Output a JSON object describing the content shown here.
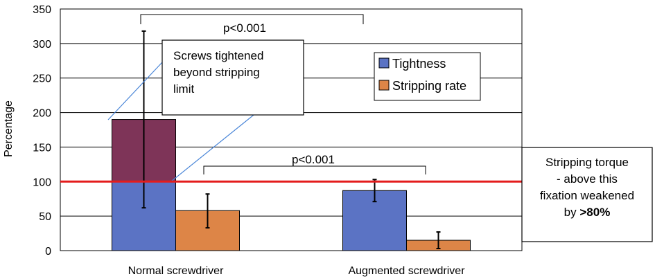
{
  "chart_data": {
    "type": "bar",
    "categories": [
      "Normal screwdriver",
      "Augmented screwdriver"
    ],
    "series": [
      {
        "name": "Tightness",
        "values": [
          190,
          87
        ],
        "error_low": [
          62,
          71
        ],
        "error_high": [
          318,
          103
        ],
        "color": "#5b73c4"
      },
      {
        "name": "Stripping rate",
        "values": [
          58,
          15
        ],
        "error_low": [
          33,
          3
        ],
        "error_high": [
          82,
          27
        ],
        "color": "#dd8547"
      }
    ],
    "highlight": {
      "from": 100,
      "to": 190,
      "series": 0,
      "category": 0,
      "color": "#7e3458"
    },
    "reference_line": {
      "value": 100,
      "color": "#e41c1c"
    },
    "ylabel": "Percentage",
    "ylim": [
      0,
      350
    ],
    "yticks": [
      0,
      50,
      100,
      150,
      200,
      250,
      300,
      350
    ],
    "grid": true,
    "legend_position": "top-right",
    "significance": [
      {
        "label": "p<0.001"
      },
      {
        "label": "p<0.001"
      }
    ],
    "callout": {
      "lines": [
        "Screws tightened",
        "beyond stripping",
        "limit"
      ]
    },
    "side_box": {
      "lines": [
        "Stripping torque",
        "- above this",
        "fixation weakened"
      ],
      "last_prefix": "by ",
      "last_bold": ">80%"
    }
  }
}
